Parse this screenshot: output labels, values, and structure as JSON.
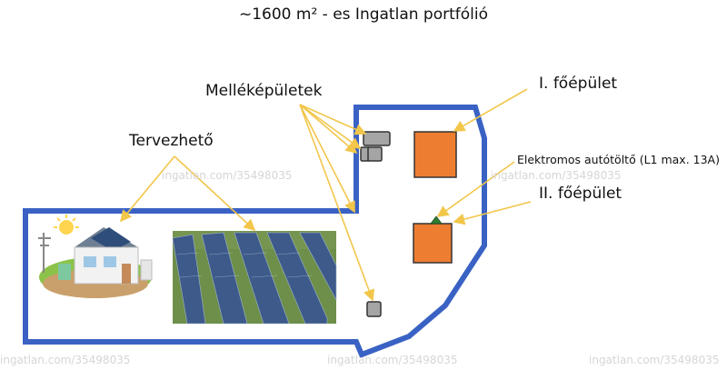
{
  "title": "~1600 m² - es Ingatlan portfólió",
  "labels": {
    "mellekepuletek": "Melléképületek",
    "tervezheto": "Tervezhető",
    "foepulet_1": "I. főépület",
    "elektromos": "Elektromos autótöltő (L1 max. 13A)",
    "foepulet_2": "II. főépület"
  },
  "watermark": "ingatlan.com/35498035",
  "colors": {
    "boundary": "#3a62c4",
    "main_building": "#ed7d31",
    "outbuilding": "#a5a5a5",
    "arrow": "#f2c64a",
    "charger_marker": "#2e7d32"
  },
  "icons": {
    "solar_house": "solar-house-illustration",
    "solar_field": "solar-panel-field-photo"
  }
}
